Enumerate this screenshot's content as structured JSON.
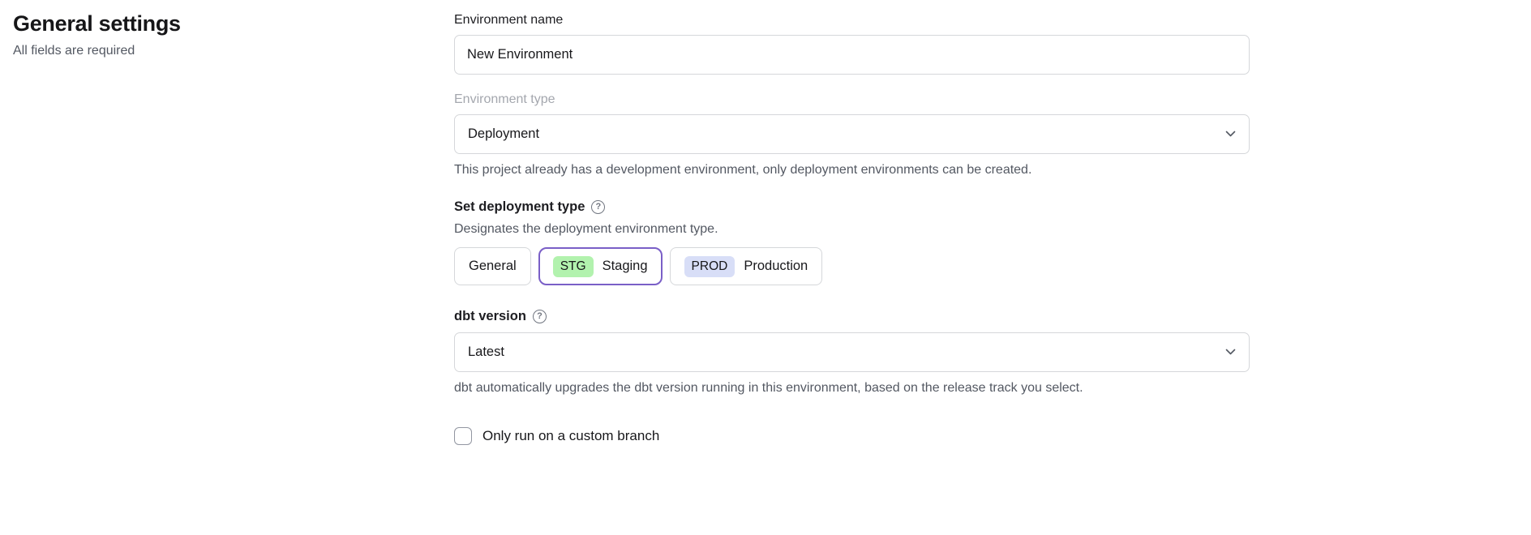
{
  "header": {
    "title": "General settings",
    "subtitle": "All fields are required"
  },
  "form": {
    "environment_name": {
      "label": "Environment name",
      "value": "New Environment"
    },
    "environment_type": {
      "label": "Environment type",
      "value": "Deployment",
      "helper": "This project already has a development environment, only deployment environments can be created."
    },
    "deployment_type": {
      "label": "Set deployment type",
      "description": "Designates the deployment environment type.",
      "options": [
        {
          "label": "General",
          "badge": "",
          "selected": false
        },
        {
          "label": "Staging",
          "badge": "STG",
          "selected": true
        },
        {
          "label": "Production",
          "badge": "PROD",
          "selected": false
        }
      ]
    },
    "dbt_version": {
      "label": "dbt version",
      "value": "Latest",
      "helper": "dbt automatically upgrades the dbt version running in this environment, based on the release track you select."
    },
    "custom_branch": {
      "label": "Only run on a custom branch",
      "checked": false
    }
  },
  "icons": {
    "question": "?"
  },
  "colors": {
    "selected_option_border": "#7a5fc7",
    "staging_badge_bg": "#b2f2ae",
    "production_badge_bg": "#d8def7",
    "helper_text": "#535862",
    "input_border": "#d5d7da"
  }
}
